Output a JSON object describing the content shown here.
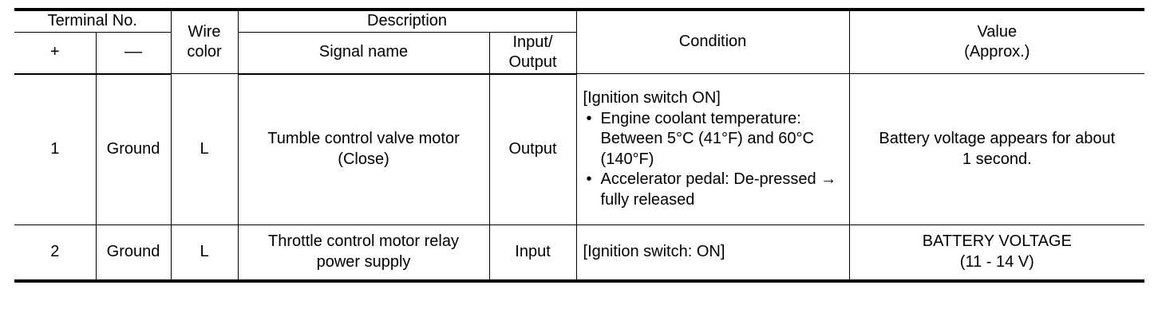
{
  "table": {
    "header": {
      "terminal_no": "Terminal No.",
      "terminal_plus": "+",
      "terminal_minus": "––",
      "wire_color": "Wire\ncolor",
      "wire_color_l1": "Wire",
      "wire_color_l2": "color",
      "description": "Description",
      "signal_name": "Signal name",
      "input_output_l1": "Input/",
      "input_output_l2": "Output",
      "condition": "Condition",
      "value_l1": "Value",
      "value_l2": "(Approx.)"
    },
    "rows": [
      {
        "terminal_plus": "1",
        "terminal_minus": "Ground",
        "wire_color": "L",
        "signal_name_l1": "Tumble control valve motor",
        "signal_name_l2": "(Close)",
        "input_output": "Output",
        "condition_head": "[Ignition switch ON]",
        "condition_bullets": [
          "Engine coolant temperature: Between 5°C (41°F) and 60°C (140°F)",
          "Accelerator pedal: De-pressed → fully released"
        ],
        "value_l1": "Battery voltage appears for about",
        "value_l2": "1 second."
      },
      {
        "terminal_plus": "2",
        "terminal_minus": "Ground",
        "wire_color": "L",
        "signal_name_l1": "Throttle control motor relay",
        "signal_name_l2": "power supply",
        "input_output": "Input",
        "condition_head": "[Ignition switch: ON]",
        "condition_bullets": [],
        "value_l1": "BATTERY VOLTAGE",
        "value_l2": "(11 - 14 V)"
      }
    ]
  },
  "colors": {
    "rule": "#000000",
    "text": "#000000",
    "background": "#ffffff"
  }
}
